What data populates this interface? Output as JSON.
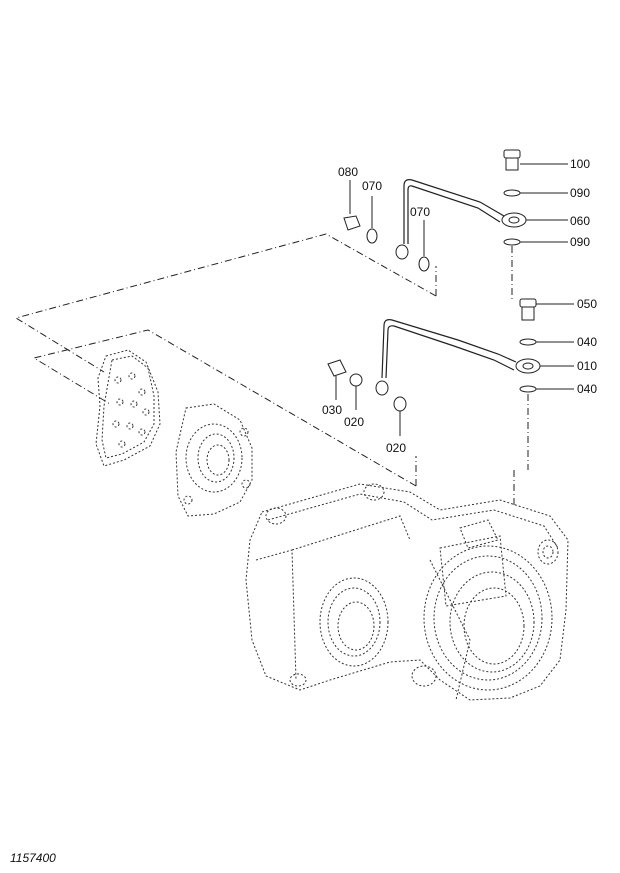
{
  "callouts": [
    {
      "id": "100",
      "label": "100"
    },
    {
      "id": "090a",
      "label": "090"
    },
    {
      "id": "060",
      "label": "060"
    },
    {
      "id": "090b",
      "label": "090"
    },
    {
      "id": "080",
      "label": "080"
    },
    {
      "id": "070a",
      "label": "070"
    },
    {
      "id": "070b",
      "label": "070"
    },
    {
      "id": "050",
      "label": "050"
    },
    {
      "id": "040a",
      "label": "040"
    },
    {
      "id": "010",
      "label": "010"
    },
    {
      "id": "040b",
      "label": "040"
    },
    {
      "id": "030",
      "label": "030"
    },
    {
      "id": "020a",
      "label": "020"
    },
    {
      "id": "020b",
      "label": "020"
    }
  ],
  "figure_number": "1157400"
}
